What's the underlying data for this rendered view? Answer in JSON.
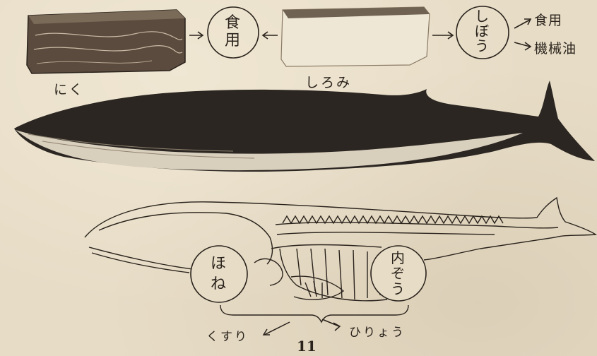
{
  "top": {
    "meat_caption": "にく",
    "blubber_caption": "しろみ",
    "food_circle": [
      "食",
      "用"
    ],
    "oil_circle": [
      "し",
      "ぼ",
      "う"
    ],
    "oil_uses": [
      "食用",
      "機械油"
    ]
  },
  "skeleton": {
    "bone_circle": [
      "ほ",
      "ね"
    ],
    "organs_circle": [
      "内",
      "ぞ",
      "う"
    ],
    "uses": [
      "くすり",
      "ひりょう"
    ]
  },
  "page_number": "11",
  "colors": {
    "paper": "#e7dcc6",
    "ink": "#2a231c",
    "whale_dark": "#2b2622",
    "whale_belly": "#d9cfbd"
  }
}
